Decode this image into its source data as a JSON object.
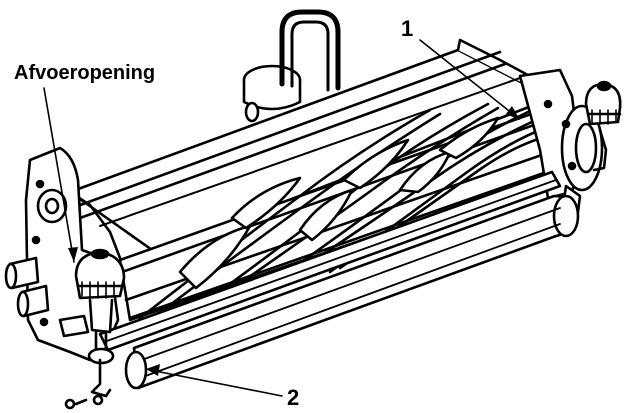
{
  "callouts": {
    "drain_opening": "Afvoeropening",
    "one": "1",
    "two": "2"
  },
  "colors": {
    "ink": "#000000",
    "paper": "#ffffff"
  }
}
